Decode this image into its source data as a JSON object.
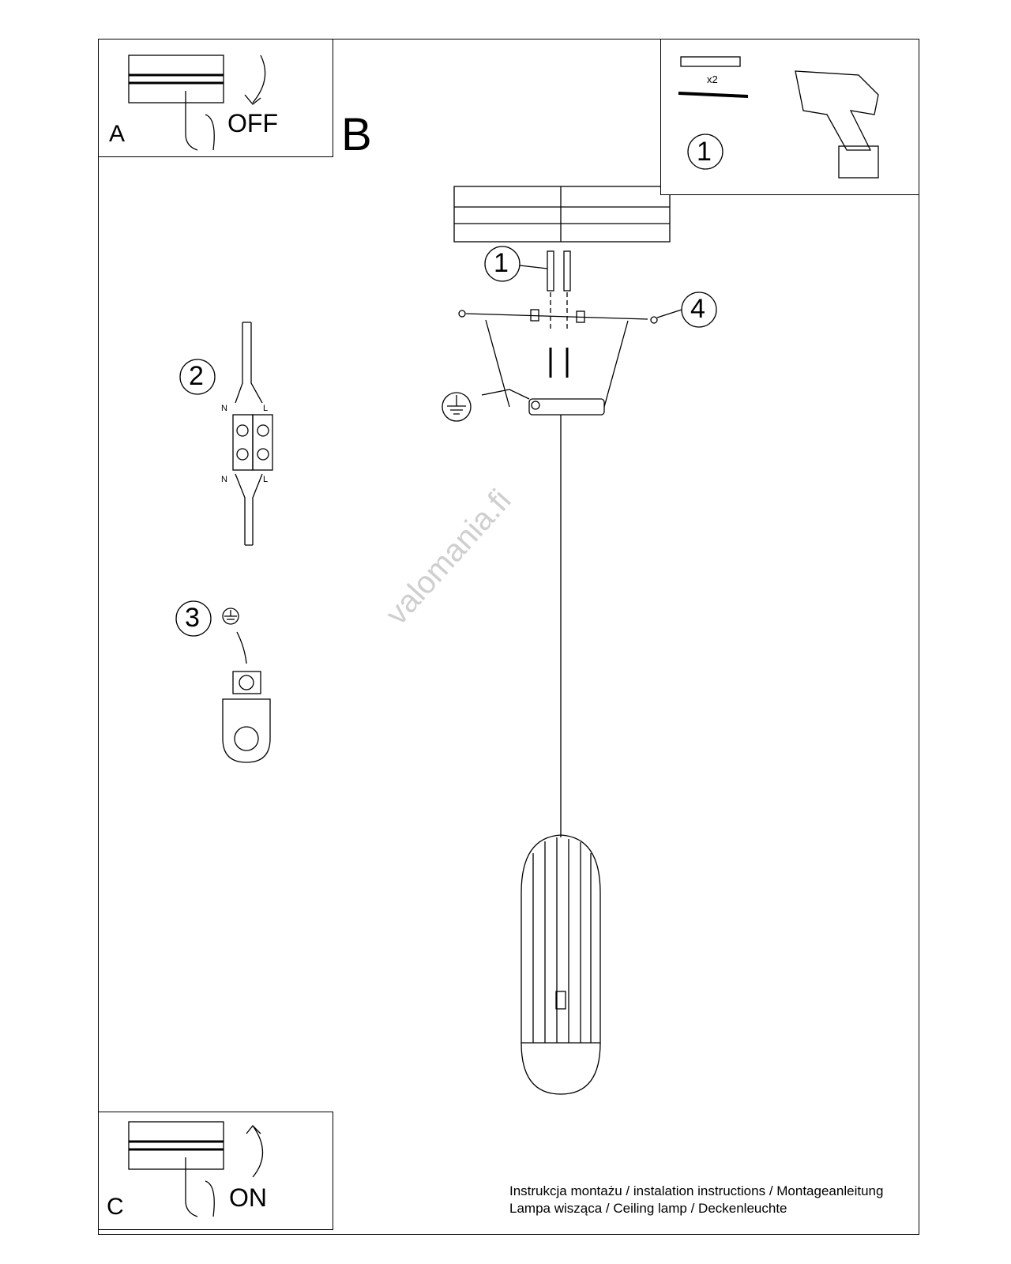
{
  "panels": {
    "a": {
      "letter": "A",
      "label": "OFF"
    },
    "b": {
      "letter": "B"
    },
    "c": {
      "letter": "C",
      "label": "ON"
    },
    "tools": {
      "quantity": "x2",
      "step": "1"
    }
  },
  "steps": {
    "anchors": "1",
    "screws": "4",
    "wiring": "2",
    "ground": "3"
  },
  "terminal_labels": {
    "top_n": "N",
    "top_l": "L",
    "bottom_n": "N",
    "bottom_l": "L"
  },
  "watermark": "valomania.fi",
  "footer": {
    "line1": "Instrukcja montażu / instalation instructions / Montageanleitung",
    "line2": "Lampa wisząca / Ceiling lamp / Deckenleuchte"
  }
}
